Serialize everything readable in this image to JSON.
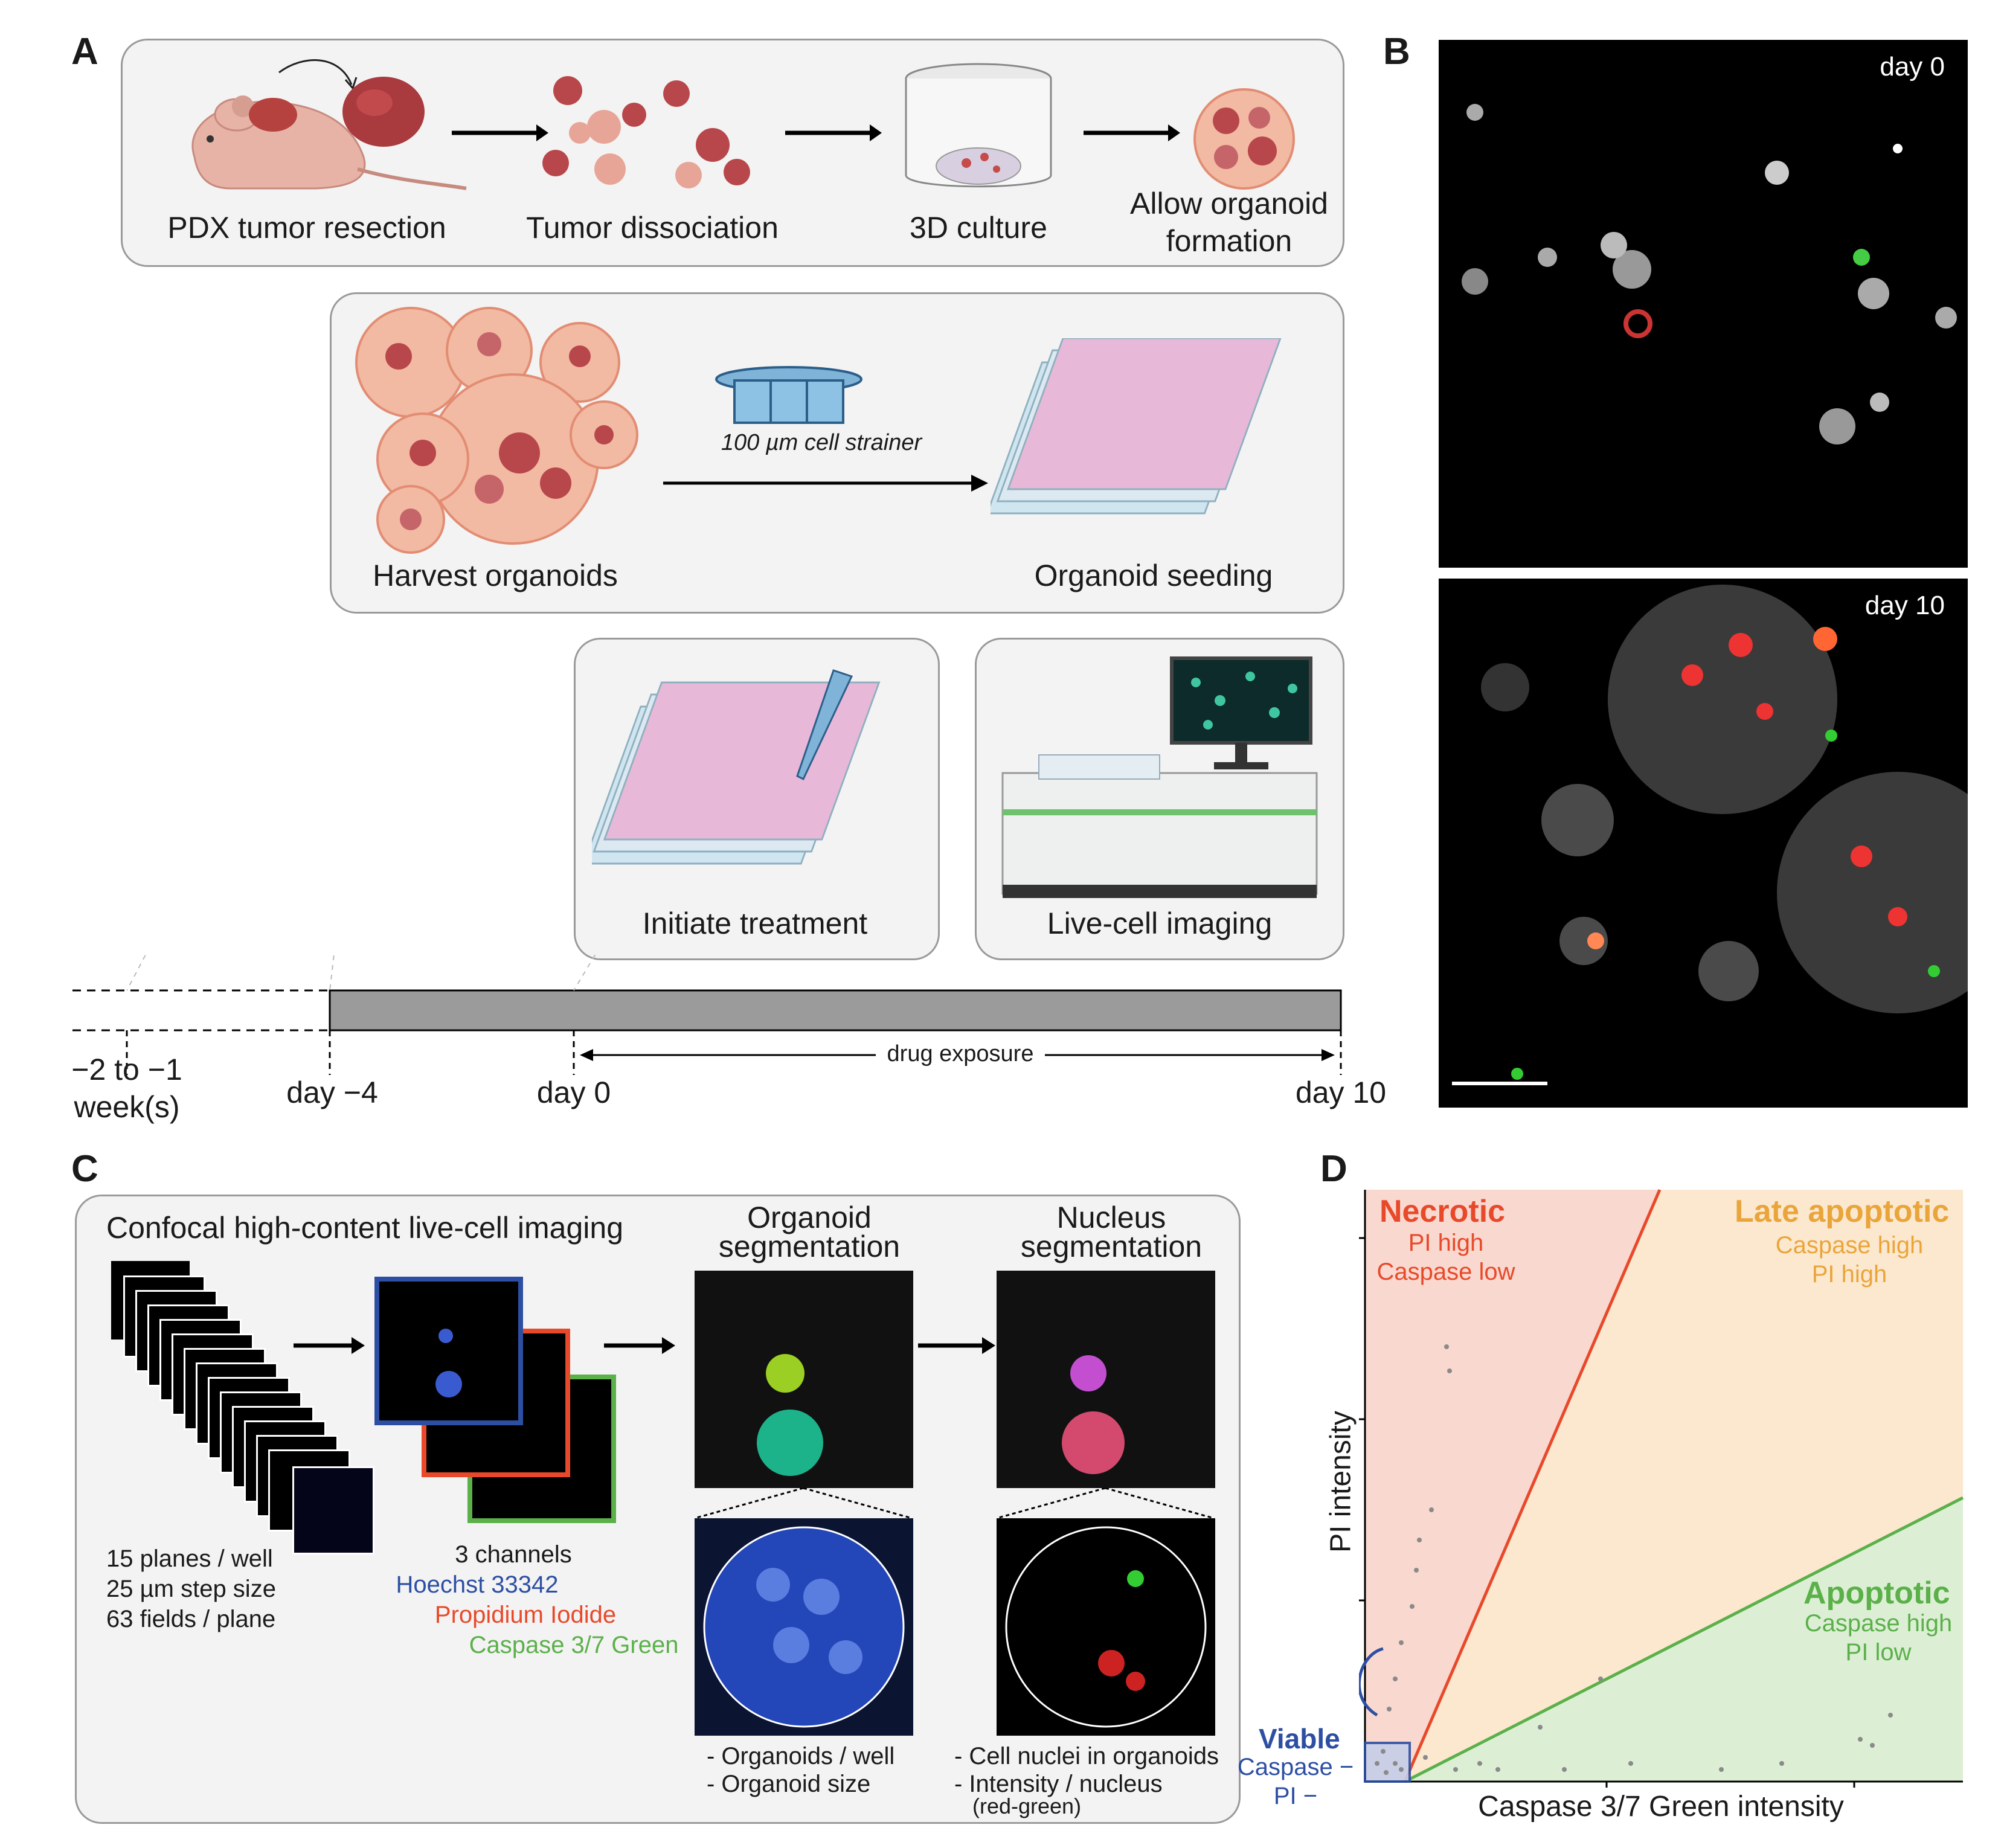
{
  "panels": {
    "a": "A",
    "b": "B",
    "c": "C",
    "d": "D"
  },
  "panel_a": {
    "step1": "PDX tumor resection",
    "step2": "Tumor dissociation",
    "step3": "3D culture",
    "step4": "Allow organoid formation",
    "harvest": "Harvest organoids",
    "strainer": "100 µm cell strainer",
    "seeding": "Organoid seeding",
    "treatment": "Initiate treatment",
    "imaging": "Live-cell imaging",
    "timeline": {
      "t1": "−2 to −1 week(s)",
      "t2": "day −4",
      "t3": "day 0",
      "t4": "day 10",
      "exposure": "drug exposure"
    }
  },
  "panel_b": {
    "top_label": "day 0",
    "bottom_label": "day 10"
  },
  "panel_c": {
    "title": "Confocal high-content live-cell imaging",
    "stack_info": [
      "15 planes / well",
      "25 µm step size",
      "63 fields / plane"
    ],
    "channels_title": "3 channels",
    "channels": [
      "Hoechst 33342",
      "Propidium Iodide",
      "Caspase 3/7 Green"
    ],
    "org_seg_title": "Organoid segmentation",
    "nuc_seg_title": "Nucleus segmentation",
    "org_seg_notes": [
      "- Organoids / well",
      "- Organoid size"
    ],
    "nuc_seg_notes": [
      "- Cell nuclei in organoids",
      "- Intensity / nucleus",
      "(red-green)"
    ]
  },
  "panel_d": {
    "xlabel": "Caspase 3/7 Green intensity",
    "ylabel": "PI intensity",
    "necrotic": {
      "title": "Necrotic",
      "l1": "PI high",
      "l2": "Caspase low"
    },
    "late": {
      "title": "Late apoptotic",
      "l1": "Caspase high",
      "l2": "PI high"
    },
    "apoptotic": {
      "title": "Apoptotic",
      "l1": "Caspase high",
      "l2": "PI low"
    },
    "viable": {
      "title": "Viable",
      "l1": "Caspase −",
      "l2": "PI −"
    }
  },
  "colors": {
    "hoechst": "#2d4fa3",
    "pi": "#e8492a",
    "caspase": "#5bb04a",
    "necrotic_fill": "#f9d8cf",
    "late_fill": "#fbe8cf",
    "apoptotic_fill": "#dcefd5",
    "necrotic_line": "#e8492a",
    "apoptotic_line": "#5bb04a",
    "late_title": "#eaa53a"
  }
}
